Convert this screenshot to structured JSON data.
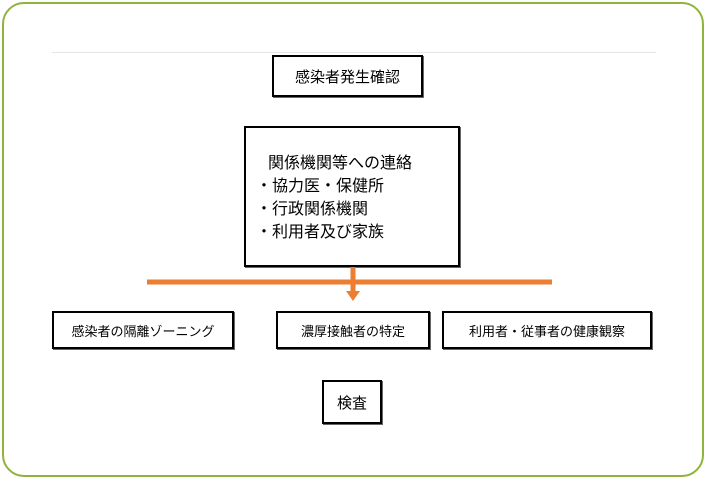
{
  "diagram": {
    "start": "感染者発生確認",
    "contact": {
      "title": "関係機関等への連絡",
      "items": [
        "・協力医・保健所",
        "・行政関係機関",
        "・利用者及び家族"
      ]
    },
    "actions": [
      "感染者の隔離ゾーニング",
      "濃厚接触者の特定",
      "利用者・従事者の健康観察"
    ],
    "test": "検査"
  },
  "colors": {
    "frame": "#8fb43a",
    "connector": "#ed7d31"
  }
}
